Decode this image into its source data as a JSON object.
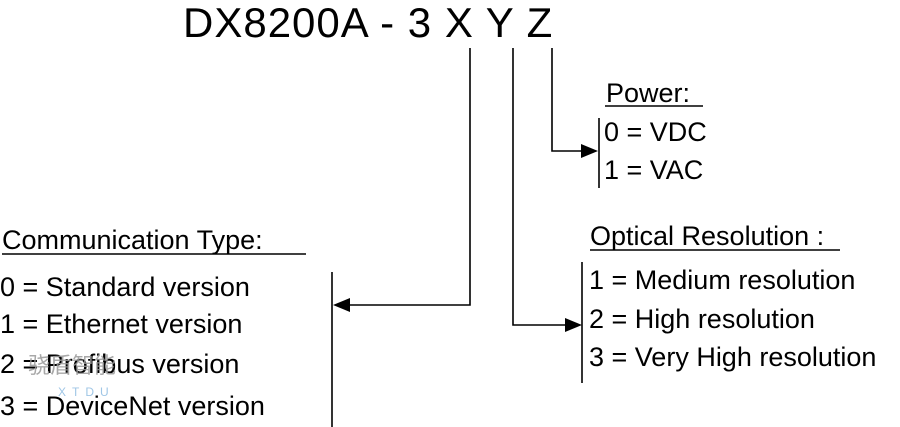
{
  "title": "DX8200A - 3 X Y Z",
  "power": {
    "heading": "Power:",
    "items": [
      "0 = VDC",
      "1 = VAC"
    ]
  },
  "optical": {
    "heading": "Optical Resolution  :",
    "items": [
      "1 = Medium resolution",
      "2 = High resolution",
      "3 = Very High resolution"
    ]
  },
  "communication": {
    "heading": "Communication Type:",
    "items": [
      "0 = Standard version",
      "1 = Ethernet version",
      "2 = Profibus version",
      "3 = DeviceNet version"
    ]
  },
  "watermark": {
    "text": "骁盾智能",
    "sub": "XTDU"
  }
}
